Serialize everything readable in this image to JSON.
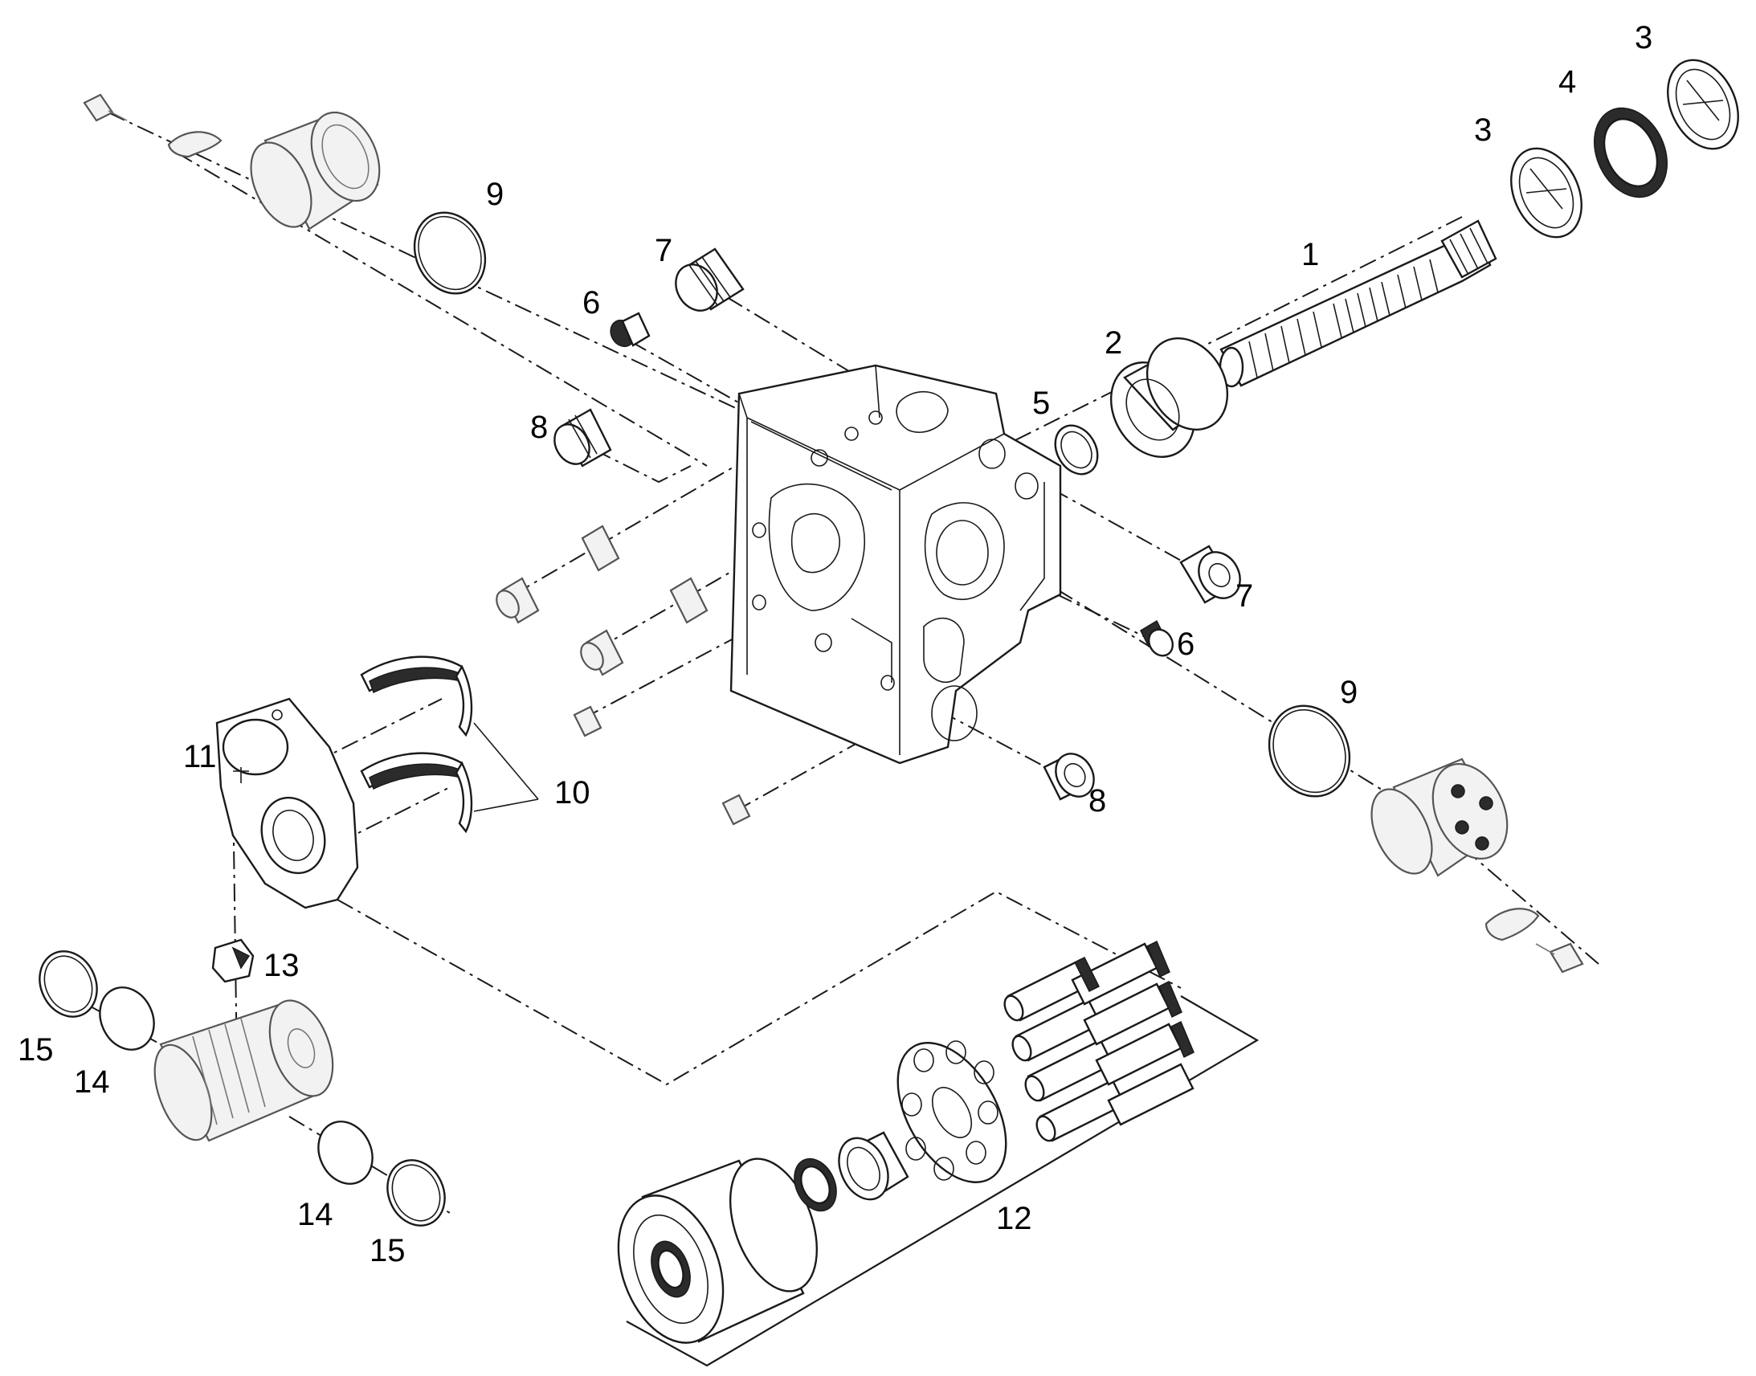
{
  "diagram": {
    "type": "exploded-parts-view",
    "colors": {
      "line": "#1a1a1a",
      "faded": "#777777",
      "background": "#ffffff"
    },
    "callouts": [
      "1",
      "2",
      "3",
      "3",
      "4",
      "5",
      "6",
      "6",
      "7",
      "7",
      "8",
      "8",
      "9",
      "9",
      "10",
      "11",
      "12",
      "13",
      "14",
      "14",
      "15",
      "15"
    ]
  }
}
